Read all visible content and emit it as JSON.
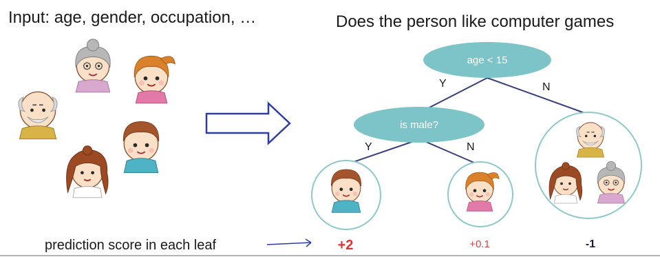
{
  "left": {
    "input_text": "Input: age, gender, occupation, …"
  },
  "right": {
    "question_text": "Does the person like computer games"
  },
  "tree": {
    "root": {
      "label": "age < 15",
      "yes_label": "Y",
      "no_label": "N"
    },
    "child": {
      "label": "is male?",
      "yes_label": "Y",
      "no_label": "N"
    },
    "leaves": [
      {
        "score": "+2",
        "color": "#e03030"
      },
      {
        "score": "+0.1",
        "color": "#d24848"
      },
      {
        "score": "-1",
        "color": "#1a1a3a"
      }
    ]
  },
  "footer": {
    "label": "prediction score in each leaf"
  },
  "colors": {
    "node_fill": "#7cc4c8",
    "edge": "#3a3f7a",
    "circle": "#8fc8c8"
  }
}
